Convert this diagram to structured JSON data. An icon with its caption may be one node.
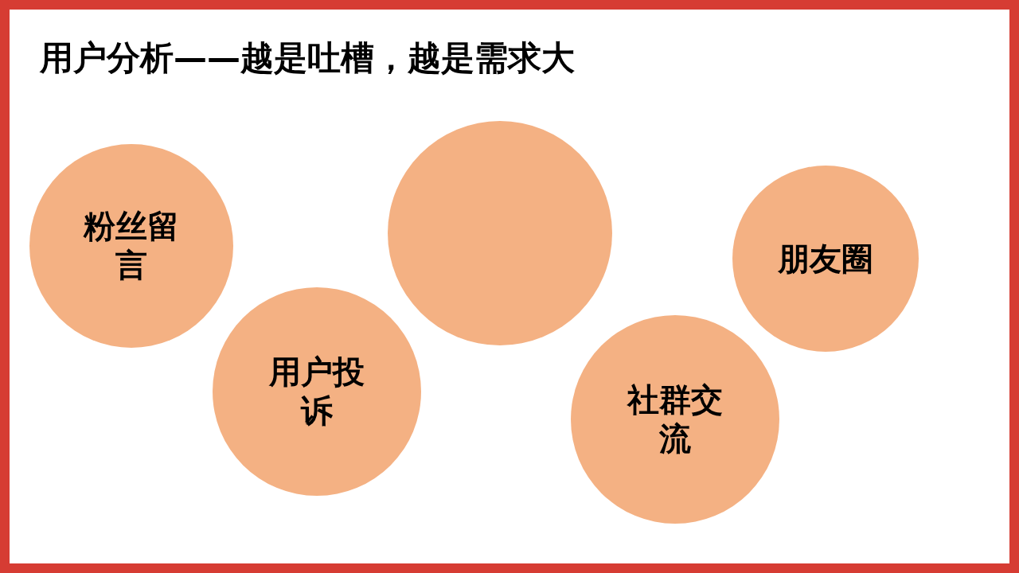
{
  "diagram": {
    "title": "用户分析——越是吐槽，越是需求大",
    "nodes": [
      {
        "text": [
          "粉丝留言"
        ]
      },
      {
        "text": [
          "用户投诉"
        ]
      },
      {
        "text": [],
        "shape": "circle"
      },
      {
        "text": [
          "社群交流"
        ]
      },
      {
        "text": [
          "朋友圈"
        ]
      }
    ]
  }
}
